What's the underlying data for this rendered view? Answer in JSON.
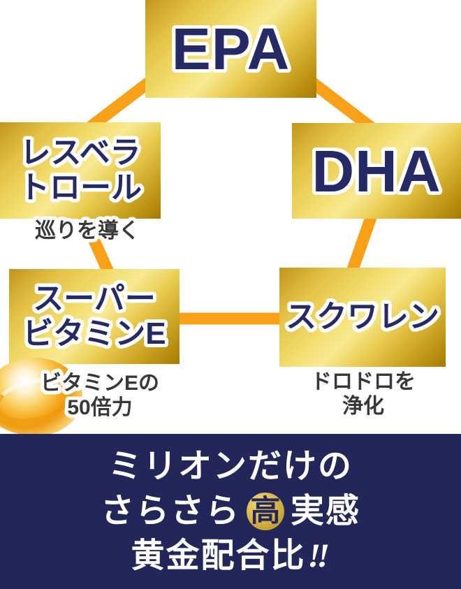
{
  "nodes": {
    "epa": {
      "label": "EPA"
    },
    "resveratrol": {
      "line1": "レスベラ",
      "line2": "トロール"
    },
    "dha": {
      "label": "DHA"
    },
    "super_vitamin_e": {
      "line1": "スーパー",
      "line2": "ビタミンE"
    },
    "squalene": {
      "label": "スクワレン"
    }
  },
  "captions": {
    "resveratrol": "巡りを導く",
    "vitamin_e_line1": "ビタミンEの",
    "vitamin_e_line2": "50倍力",
    "squalene_line1": "ドロドロを",
    "squalene_line2": "浄化"
  },
  "banner": {
    "line1": "ミリオンだけの",
    "line2_left": "さらさら",
    "seal_char": "高",
    "line2_right": "実感",
    "line3": "黄金配合比",
    "line3_suffix": "‼"
  },
  "colors": {
    "connector_orange": "#F7A018",
    "label_navy": "#252A66",
    "caption_gray": "#383838",
    "banner_navy": "#232659",
    "gold_light": "#F8EA92",
    "gold_dark": "#A67A02",
    "seal_gold": "#DDBB52"
  }
}
